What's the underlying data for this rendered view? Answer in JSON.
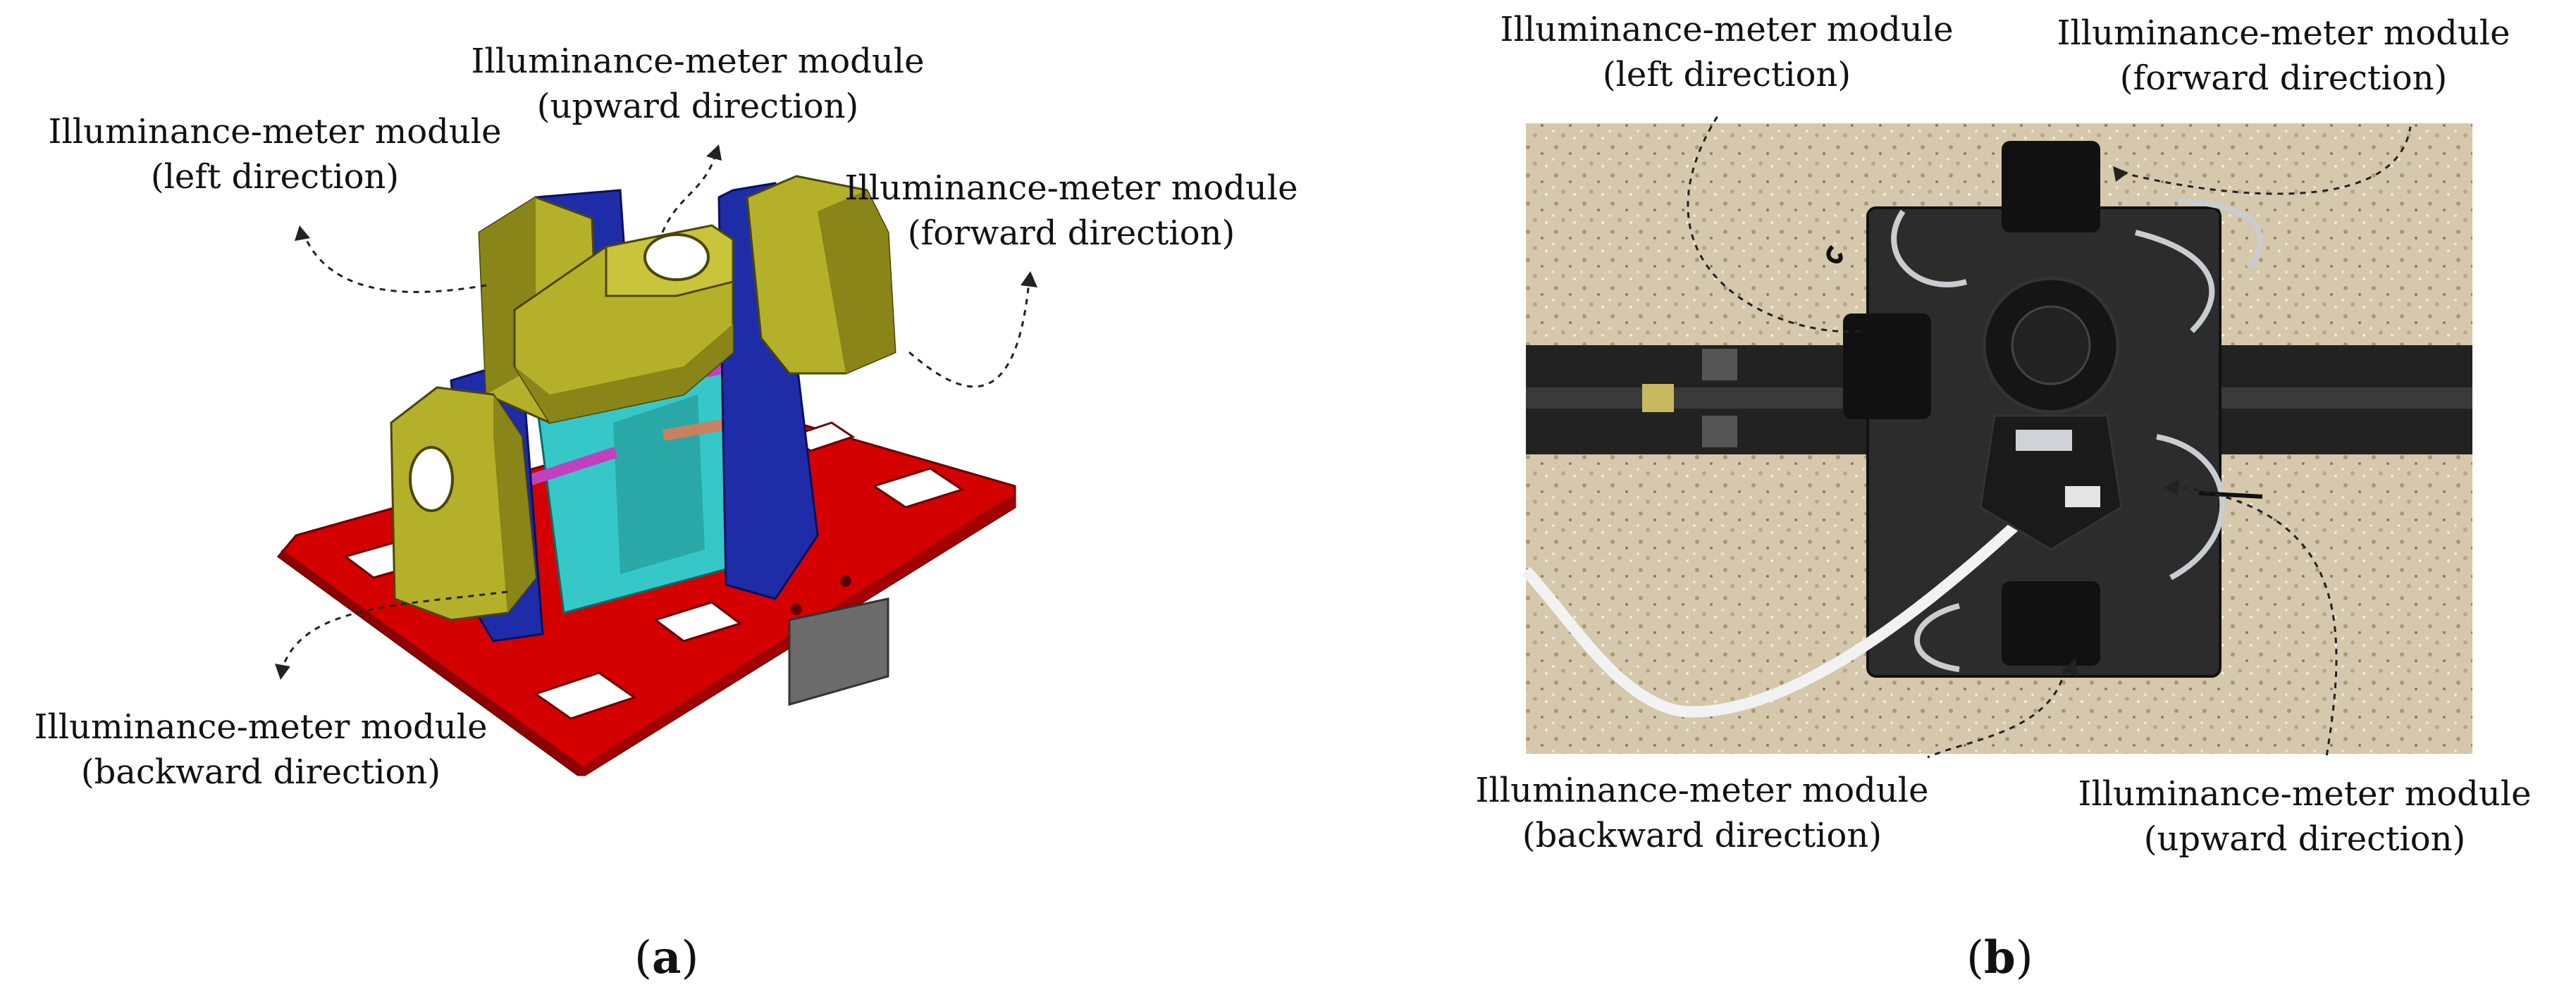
{
  "panels": [
    {
      "id": "a",
      "caption_open": "(",
      "caption_letter": "a",
      "caption_close": ")",
      "labels": {
        "left": [
          "Illuminance-meter module",
          "(left direction)"
        ],
        "upward": [
          "Illuminance-meter module",
          "(upward direction)"
        ],
        "forward": [
          "Illuminance-meter module",
          "(forward direction)"
        ],
        "backward": [
          "Illuminance-meter module",
          "(backward direction)"
        ]
      }
    },
    {
      "id": "b",
      "caption_open": "(",
      "caption_letter": "b",
      "caption_close": ")",
      "labels": {
        "left": [
          "Illuminance-meter module",
          "(left direction)"
        ],
        "forward": [
          "Illuminance-meter module",
          "(forward direction)"
        ],
        "backward": [
          "Illuminance-meter module",
          "(backward direction)"
        ],
        "upward": [
          "Illuminance-meter module",
          "(upward direction)"
        ]
      }
    }
  ],
  "colors": {
    "base_plate": "#d40000",
    "module_body": "#b5b02a",
    "module_dark": "#8a8518",
    "bracket": "#1f2ca8",
    "cyan_frame": "#36c8c8",
    "rod": "#c040c0",
    "photo_bg": "#d6c8ad",
    "rail": "#222222"
  }
}
